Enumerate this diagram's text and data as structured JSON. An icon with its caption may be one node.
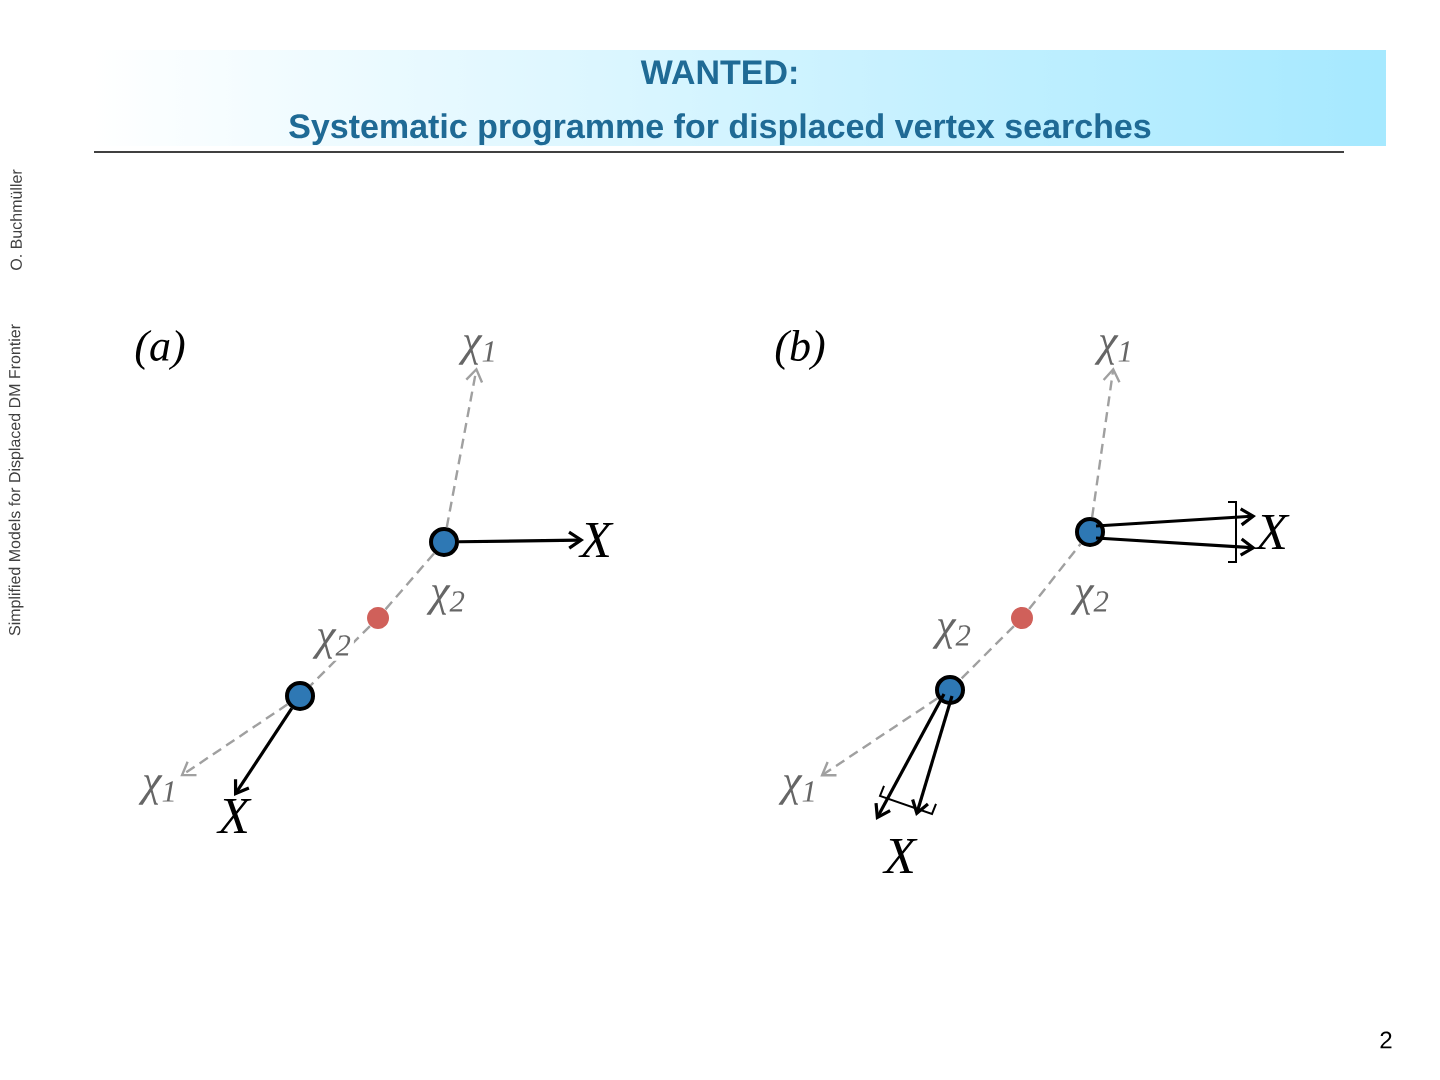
{
  "diagram": {
    "title": "Systematic programme for displaced vertex searches",
    "nodes": [
      {
        "text": [
          "χ$_{1}$"
        ]
      },
      {
        "text": [],
        "shape": "circle"
      },
      {
        "text": [
          "X"
        ]
      },
      {
        "text": [],
        "shape": "circle"
      },
      {
        "text": [],
        "shape": "circle"
      },
      {
        "text": [
          "χ$_{1}$"
        ]
      },
      {
        "text": [
          "X"
        ]
      },
      {
        "text": [
          "χ$_{1}$"
        ]
      },
      {
        "text": [],
        "shape": "circle"
      },
      {
        "text": [
          "X"
        ]
      },
      {
        "text": [],
        "shape": "circle"
      },
      {
        "text": [],
        "shape": "circle"
      },
      {
        "text": [
          "χ$_{1}$"
        ]
      },
      {
        "text": [
          "X"
        ]
      }
    ],
    "edges": [
      {
        "from": 3,
        "to": 1,
        "arrow": "none",
        "style": "dashed",
        "label": "χ$_{2}$"
      },
      {
        "from": 3,
        "to": 4,
        "arrow": "none",
        "style": "dashed",
        "label": "χ$_{2}$"
      },
      {
        "from": 1,
        "to": 0,
        "arrow": "to",
        "style": "dashed"
      },
      {
        "from": 1,
        "to": 2,
        "arrow": "to",
        "color": "#000000"
      },
      {
        "from": 4,
        "to": 5,
        "arrow": "to",
        "style": "dashed"
      },
      {
        "from": 4,
        "to": 6,
        "arrow": "to",
        "color": "#000000"
      },
      {
        "from": 10,
        "to": 8,
        "arrow": "none",
        "style": "dashed",
        "label": "χ$_{2}$"
      },
      {
        "from": 10,
        "to": 11,
        "arrow": "none",
        "style": "dashed",
        "label": "χ$_{2}$"
      },
      {
        "from": 8,
        "to": 7,
        "arrow": "to",
        "style": "dashed"
      },
      {
        "from": 8,
        "to": 9,
        "arrow": "to",
        "color": "#000000"
      },
      {
        "from": 8,
        "to": 9,
        "arrow": "to",
        "color": "#000000"
      },
      {
        "from": 11,
        "to": 12,
        "arrow": "to",
        "style": "dashed"
      },
      {
        "from": 11,
        "to": 13,
        "arrow": "to",
        "color": "#000000"
      },
      {
        "from": 11,
        "to": 13,
        "arrow": "to",
        "color": "#000000"
      }
    ],
    "labels": [
      "WANTED:",
      "Simplified Models for Displaced DM Frontier",
      "O. Buchmüller",
      "(a)",
      "(b)",
      "2"
    ]
  }
}
